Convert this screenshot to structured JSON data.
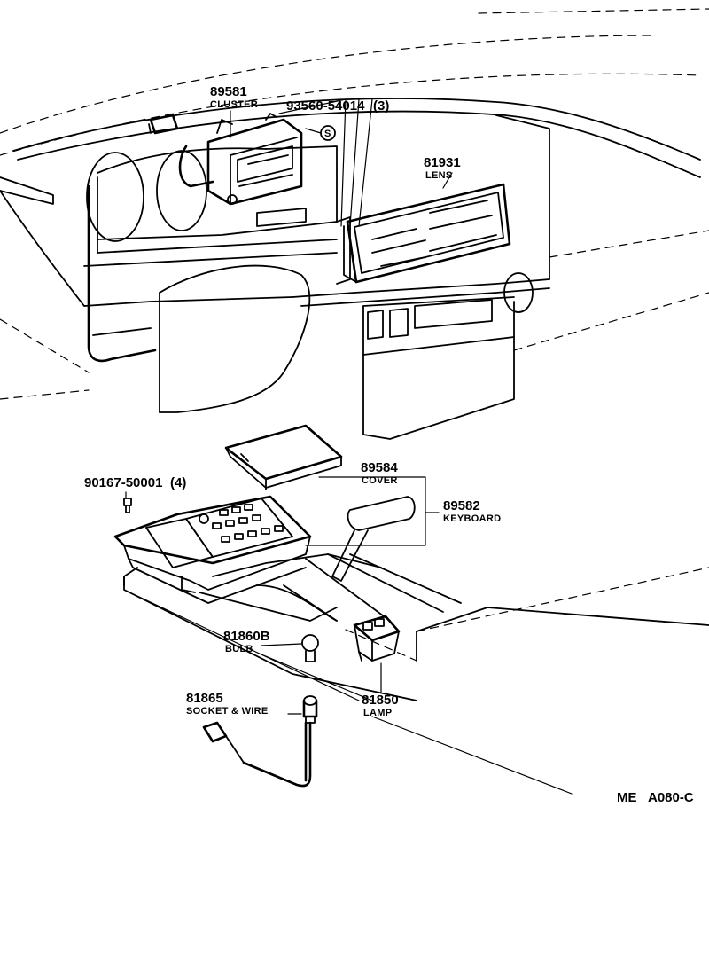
{
  "parts": {
    "cluster": {
      "number": "89581",
      "name": "CLUSTER"
    },
    "screw": {
      "number": "93560-54014",
      "qty": "(3)",
      "symbol": "S"
    },
    "lens": {
      "number": "81931",
      "name": "LENS"
    },
    "cover": {
      "number": "89584",
      "name": "COVER"
    },
    "keyboard": {
      "number": "89582",
      "name": "KEYBOARD"
    },
    "bolt": {
      "number": "90167-50001",
      "qty": "(4)"
    },
    "bulb": {
      "number": "81860B",
      "name": "BULB"
    },
    "socket": {
      "number": "81865",
      "name": "SOCKET & WIRE"
    },
    "lamp": {
      "number": "81850",
      "name": "LAMP"
    }
  },
  "diagram_code": {
    "prefix": "ME",
    "code": "A080-C"
  }
}
